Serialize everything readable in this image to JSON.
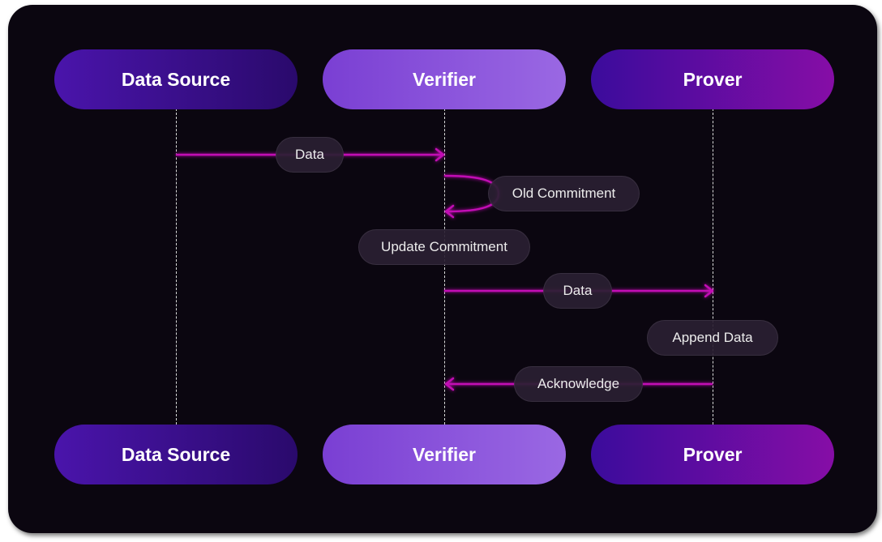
{
  "participants": {
    "source": "Data Source",
    "verifier": "Verifier",
    "prover": "Prover"
  },
  "messages": {
    "data_1": "Data",
    "old_commitment": "Old Commitment",
    "update_commitment": "Update Commitment",
    "data_2": "Data",
    "append_data": "Append Data",
    "acknowledge": "Acknowledge"
  },
  "colors": {
    "background": "#0b0610",
    "arrow": "#c20fb4",
    "source_pill": "#3a0f8c",
    "verifier_pill": "#8a53db",
    "prover_pill": "#6a0ca3"
  }
}
